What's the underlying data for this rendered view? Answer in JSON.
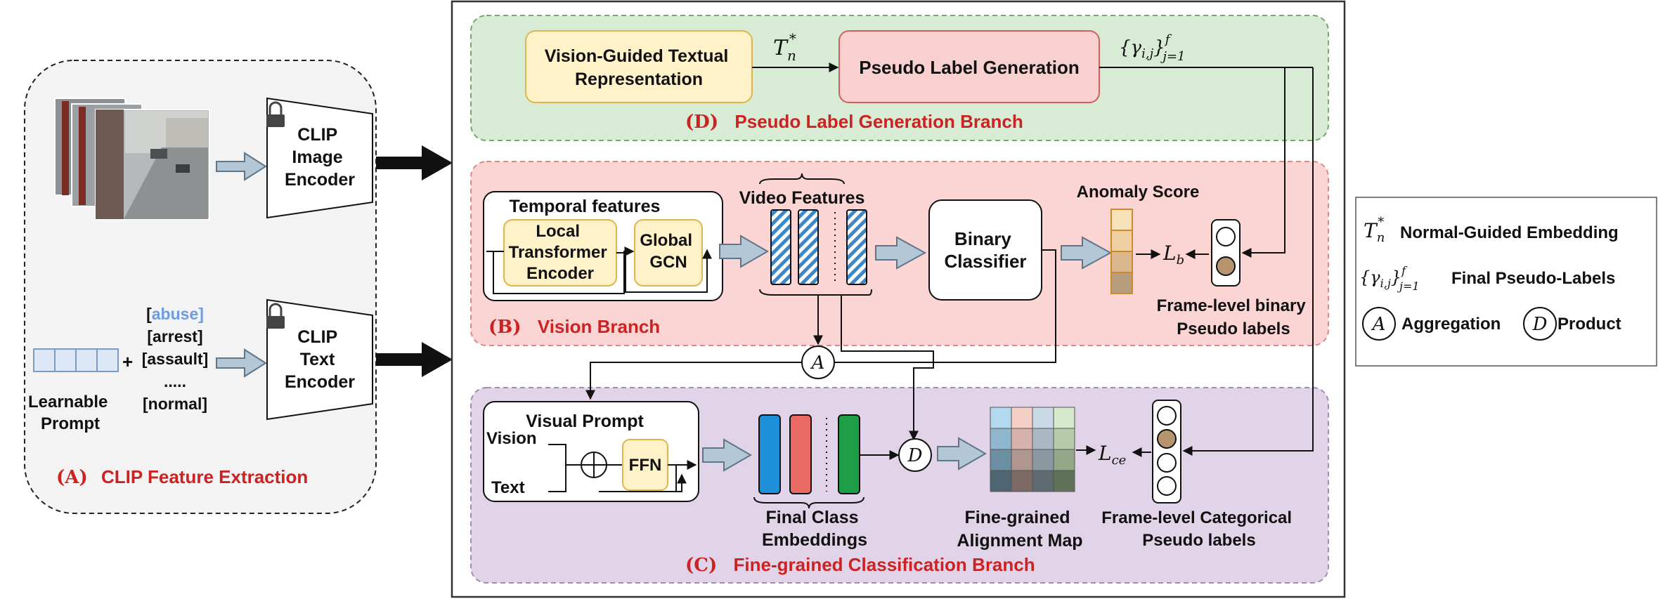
{
  "clip": {
    "branch_letter": "(A)",
    "branch_name": "CLIP Feature Extraction",
    "image_encoder": [
      "CLIP",
      "Image",
      "Encoder"
    ],
    "text_encoder": [
      "CLIP",
      "Text",
      "Encoder"
    ],
    "prompt_words": [
      "[abuse]",
      "[arrest]",
      "[assault]",
      ".....",
      "[normal]"
    ],
    "plus": "+",
    "learnable_prompt": [
      "Learnable",
      "Prompt"
    ]
  },
  "pseudo": {
    "branch_letter": "(D)",
    "branch_name": "Pseudo Label Generation Branch",
    "vgtr": [
      "Vision-Guided Textual",
      "Representation"
    ],
    "plg": "Pseudo Label Generation",
    "tn": "T",
    "tn_sub": "n",
    "tn_sup": "*",
    "gamma_main": "{γ",
    "gamma_sub": "i,j",
    "gamma_close": "}",
    "gamma_sup": "f",
    "gamma_range": "j=1"
  },
  "vision": {
    "branch_letter": "(B)",
    "branch_name": "Vision Branch",
    "temporal": "Temporal features",
    "local": [
      "Local",
      "Transformer",
      "Encoder"
    ],
    "global": [
      "Global",
      "GCN"
    ],
    "video_features": "Video Features",
    "binary": [
      "Binary",
      "Classifier"
    ],
    "anomaly": "Anomaly Score",
    "lb": "L",
    "lb_sub": "b",
    "frame_binary": [
      "Frame-level binary",
      "Pseudo labels"
    ]
  },
  "fine": {
    "branch_letter": "(C)",
    "branch_name": "Fine-grained Classification Branch",
    "visual_prompt": "Visual Prompt",
    "vision_word": "Vision",
    "text_word": "Text",
    "ffn": "FFN",
    "final_class": [
      "Final Class",
      "Embeddings"
    ],
    "alignment": [
      "Fine-grained",
      "Alignment Map"
    ],
    "lce": "L",
    "lce_sub": "ce",
    "frame_cat": [
      "Frame-level Categorical",
      "Pseudo labels"
    ]
  },
  "ops": {
    "aggregation_symbol": "A",
    "product_symbol": "D"
  },
  "legend": {
    "tn_desc": "Normal-Guided  Embedding",
    "gamma_desc": "Final Pseudo-Labels",
    "agg_desc": "Aggregation",
    "prod_desc": "Product"
  },
  "colors": {
    "green_bg": "#d8ebd4",
    "red_bg": "#fbd4d4",
    "purple_bg": "#e2d4e8",
    "yellow": "#fff2c8",
    "pink": "#f8d0d0",
    "abuse": "#6f9be0",
    "arrest": "#e02020",
    "assault": "#2e9a2e"
  }
}
